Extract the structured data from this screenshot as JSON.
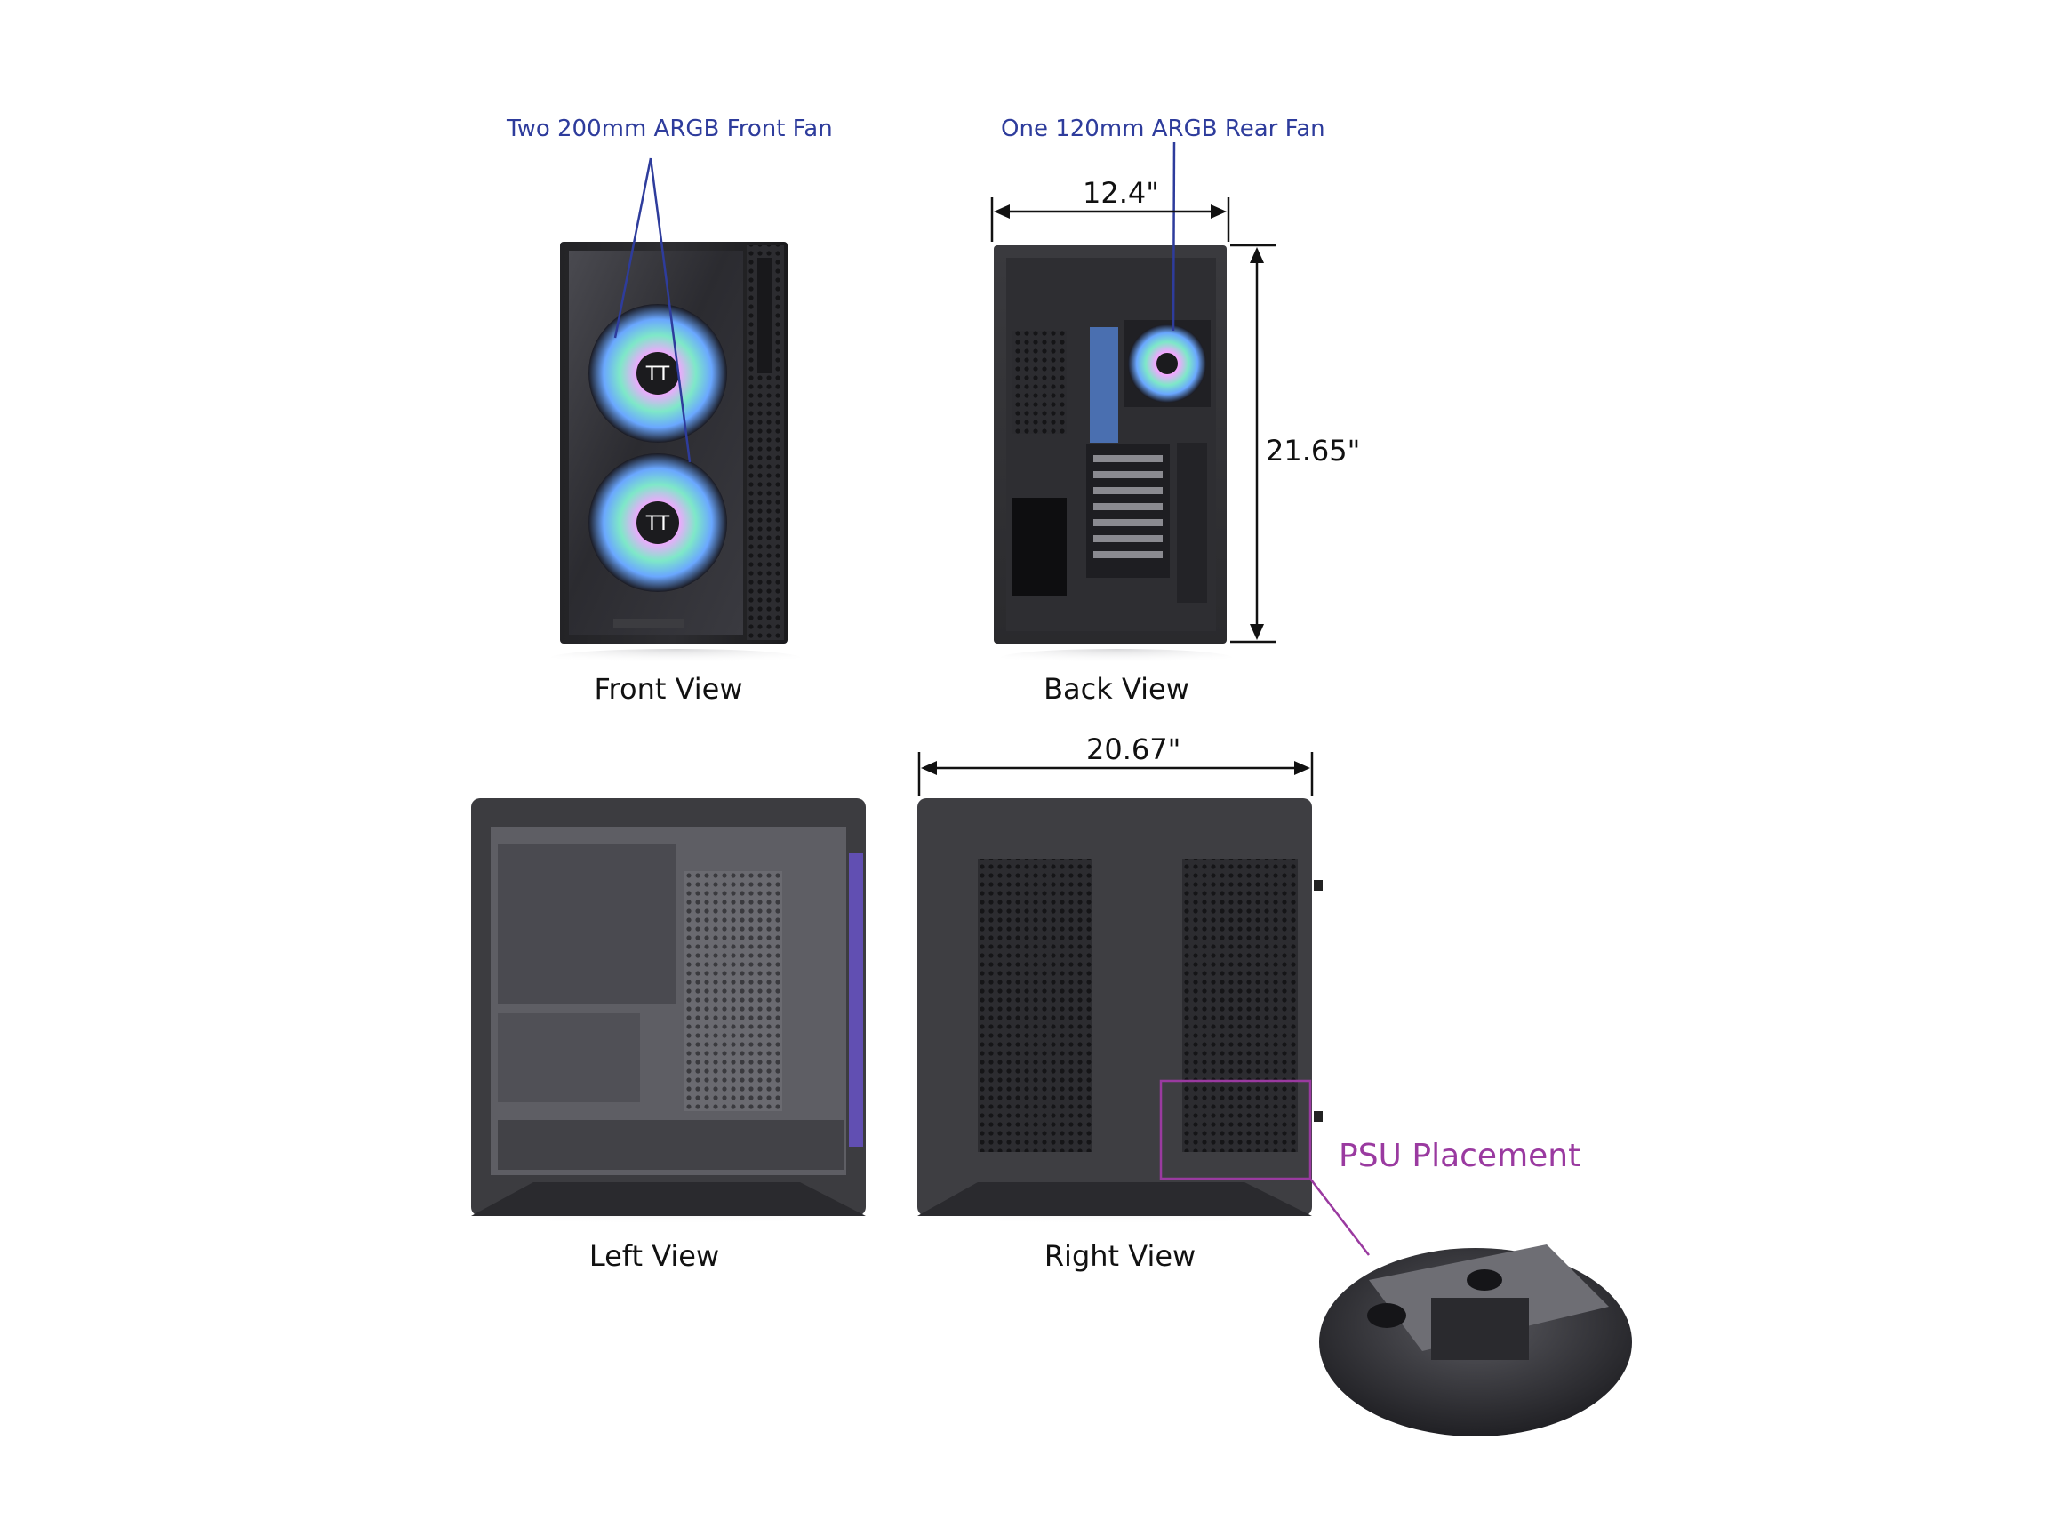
{
  "callouts": {
    "front_fan": "Two 200mm ARGB Front Fan",
    "rear_fan": "One 120mm ARGB Rear Fan",
    "psu": "PSU Placement"
  },
  "captions": {
    "front": "Front View",
    "back": "Back View",
    "left": "Left View",
    "right": "Right View"
  },
  "dimensions": {
    "width": "12.4\"",
    "height": "21.65\"",
    "depth": "20.67\""
  },
  "colors": {
    "callout_blue": "#2e3c9c",
    "psu_purple": "#9a3aa0",
    "case_dark": "#1c1c1e"
  }
}
